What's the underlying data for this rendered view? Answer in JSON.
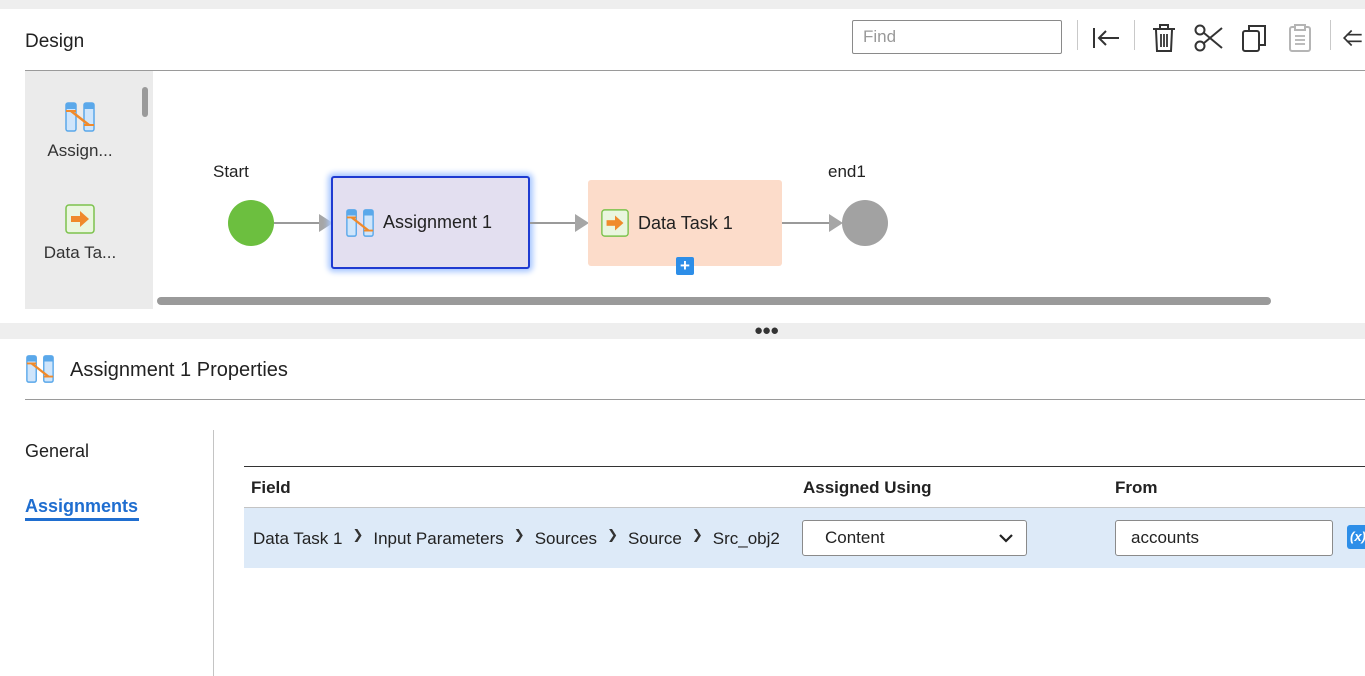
{
  "design": {
    "title": "Design",
    "find_placeholder": "Find"
  },
  "toolbar": {
    "buttons": [
      "collapse-left-icon",
      "trash-icon",
      "scissors-icon",
      "copy-icon",
      "paste-icon",
      "back-arrow-icon"
    ]
  },
  "palette": {
    "items": [
      {
        "label": "Assign...",
        "icon": "assignment-icon"
      },
      {
        "label": "Data Ta...",
        "icon": "data-task-icon"
      }
    ]
  },
  "canvas": {
    "start_label": "Start",
    "end_label": "end1",
    "assignment_node": "Assignment 1",
    "data_task_node": "Data Task 1",
    "add_button": "+"
  },
  "properties": {
    "title": "Assignment 1 Properties",
    "nav": {
      "general": "General",
      "assignments": "Assignments"
    },
    "table": {
      "headers": {
        "field": "Field",
        "assigned_using": "Assigned Using",
        "from": "From"
      },
      "rows": [
        {
          "path": [
            "Data Task 1",
            "Input Parameters",
            "Sources",
            "Source",
            "Src_obj2"
          ],
          "assigned_using": "Content",
          "from": "accounts",
          "expr_button": "(x)"
        }
      ]
    }
  },
  "colors": {
    "start_node": "#6cbf3f",
    "end_node": "#a2a2a2",
    "assignment_fill": "#e3dff0",
    "assignment_border": "#1f3bd1",
    "data_task_fill": "#fcdcca",
    "accent_blue": "#1f6ed0",
    "row_highlight": "#ddeaf8"
  }
}
